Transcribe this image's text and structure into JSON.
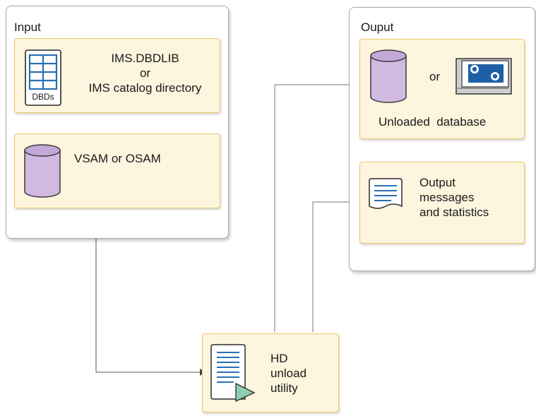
{
  "input": {
    "title": "Input",
    "dbd": {
      "icon_label": "DBDs",
      "line1": "IMS.DBDLIB",
      "line2": "or",
      "line3": "IMS catalog directory"
    },
    "vsam": {
      "label": "VSAM or OSAM"
    }
  },
  "output": {
    "title": "Ouput",
    "unloaded": {
      "or_text": "or",
      "label": "Unloaded  database"
    },
    "messages": {
      "line1": "Output",
      "line2": "messages",
      "line3": "and statistics"
    }
  },
  "utility": {
    "line1": "HD",
    "line2": "unload",
    "line3": "utility"
  },
  "colors": {
    "card_fill": "#fdf5de",
    "card_border": "#f1c768",
    "cylinder_fill": "#d1b9e1",
    "cylinder_stroke": "#3a3a3a",
    "icon_blue": "#2a6fb6",
    "play_green": "#8dcfb3"
  }
}
